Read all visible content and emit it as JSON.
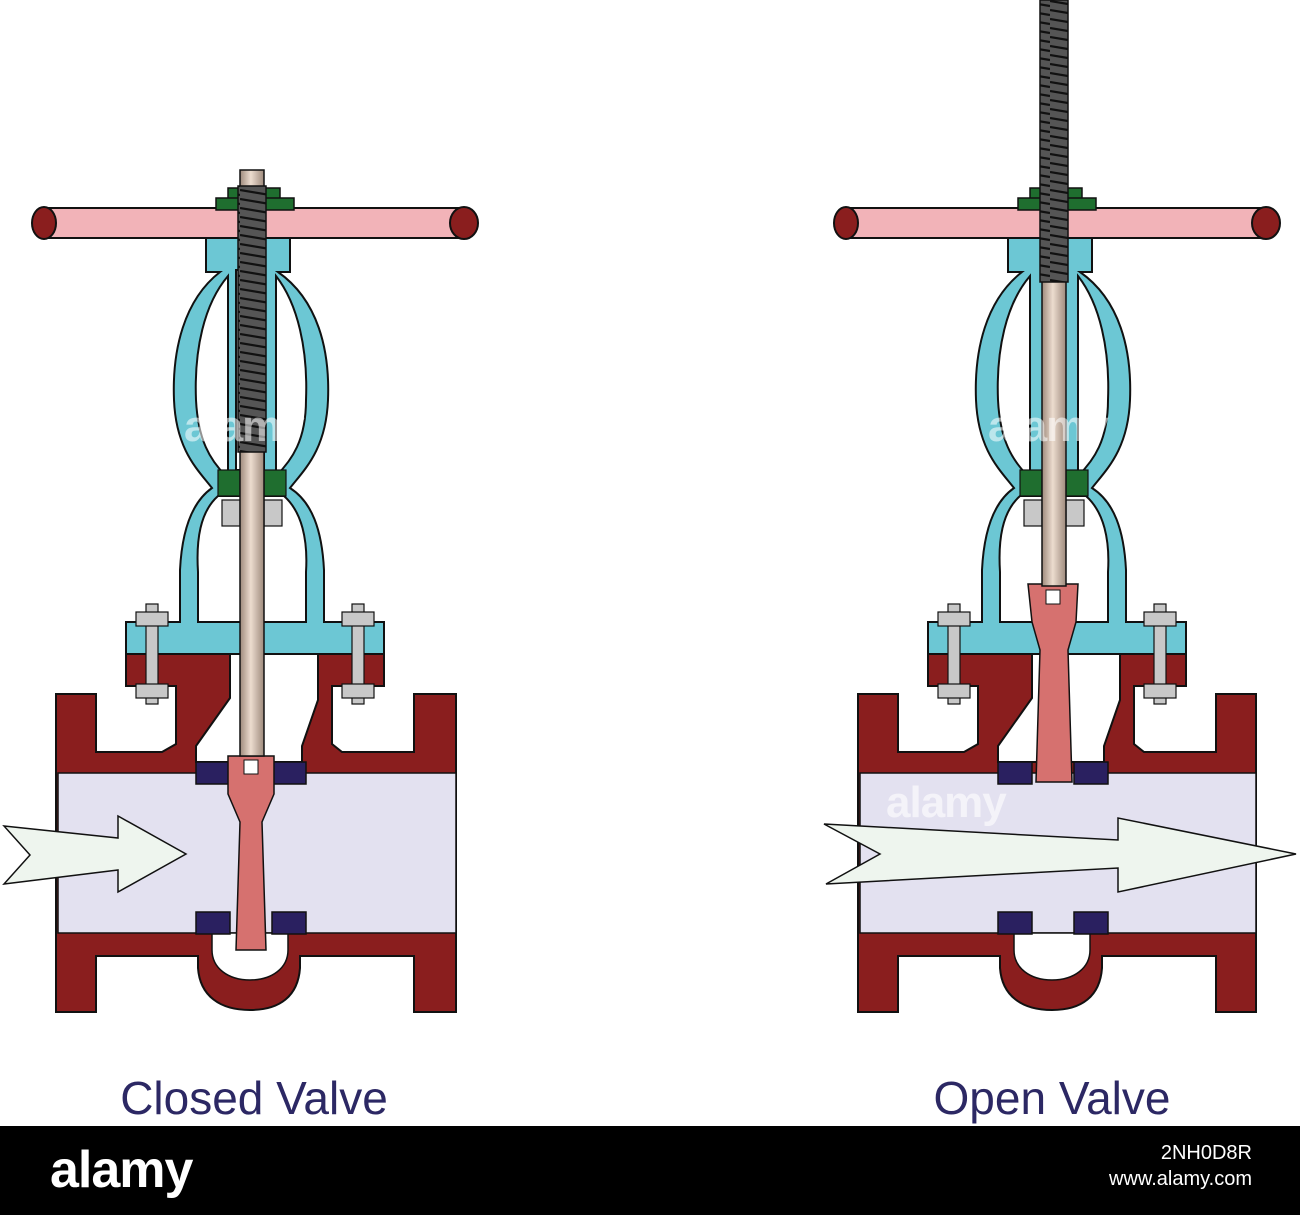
{
  "captions": {
    "closed": "Closed Valve",
    "open": "Open Valve"
  },
  "watermark": {
    "faint_text": "alamy",
    "footer_logo": "alamy",
    "image_id": "2NH0D8R",
    "url": "www.alamy.com"
  },
  "colors": {
    "body": "#8a1e1e",
    "bonnet": "#6cc7d4",
    "handwheel": "#f2b3b8",
    "handwheel_ends": "#8a1e1e",
    "gate": "#d6716f",
    "stem": "#c9b3a3",
    "thread": "#2a2a2a",
    "packing_nut": "#1f6e2f",
    "seat": "#2a2060",
    "flow_channel": "#e3e1f0",
    "arrow": "#eef5ee",
    "bolt": "#c8c8c8",
    "caption_text": "#2c2864",
    "footer_bg": "#000000"
  }
}
